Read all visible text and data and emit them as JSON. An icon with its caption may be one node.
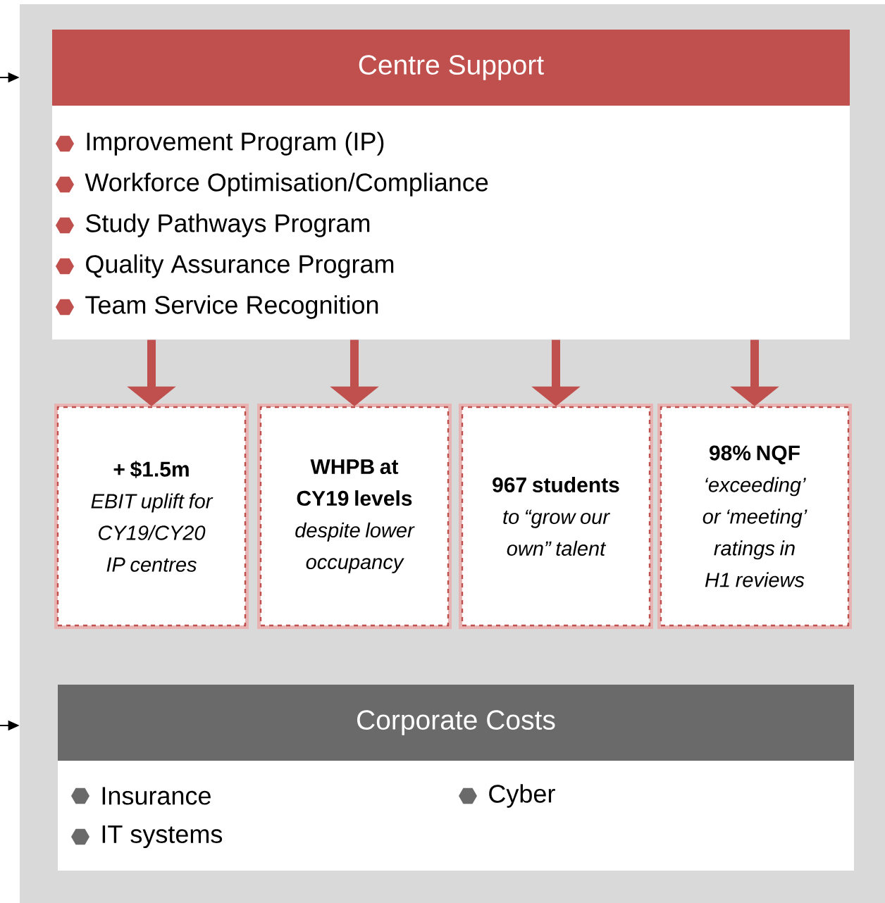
{
  "diagram": {
    "nodes": [
      {
        "text": [],
        "shape": "box"
      },
      {
        "text": [
          "Centre Support",
          "Improvement Program (IP)",
          "Workforce Optimisation/Compliance",
          "Study Pathways Program",
          "Quality Assurance Program",
          "Team Service Recognition"
        ],
        "in": 0
      },
      {
        "text": [
          "+ $1.5m",
          "EBIT uplift for CY19/CY20 IP centres"
        ],
        "in": 0
      },
      {
        "text": [
          "WHPB at CY19 levels",
          "despite lower occupancy"
        ],
        "in": 0
      },
      {
        "text": [
          "967 students",
          "to “grow our own” talent"
        ],
        "in": 0
      },
      {
        "text": [
          "98% NQF",
          "‘exceeding’ or ‘meeting’ ratings in H1 reviews"
        ],
        "in": 0
      },
      {
        "text": [
          "Corporate Costs",
          "Insurance",
          "Cyber",
          "IT systems"
        ],
        "in": 0
      }
    ],
    "edges": [
      {
        "from": null,
        "to": 0,
        "arrow": "to",
        "color": "#000000"
      },
      {
        "from": null,
        "to": 0,
        "arrow": "to",
        "color": "#000000"
      },
      {
        "from": 1,
        "to": 2,
        "arrow": "to"
      },
      {
        "from": 1,
        "to": 3,
        "arrow": "to"
      },
      {
        "from": 1,
        "to": 4,
        "arrow": "to"
      },
      {
        "from": 1,
        "to": 5,
        "arrow": "to"
      }
    ]
  }
}
